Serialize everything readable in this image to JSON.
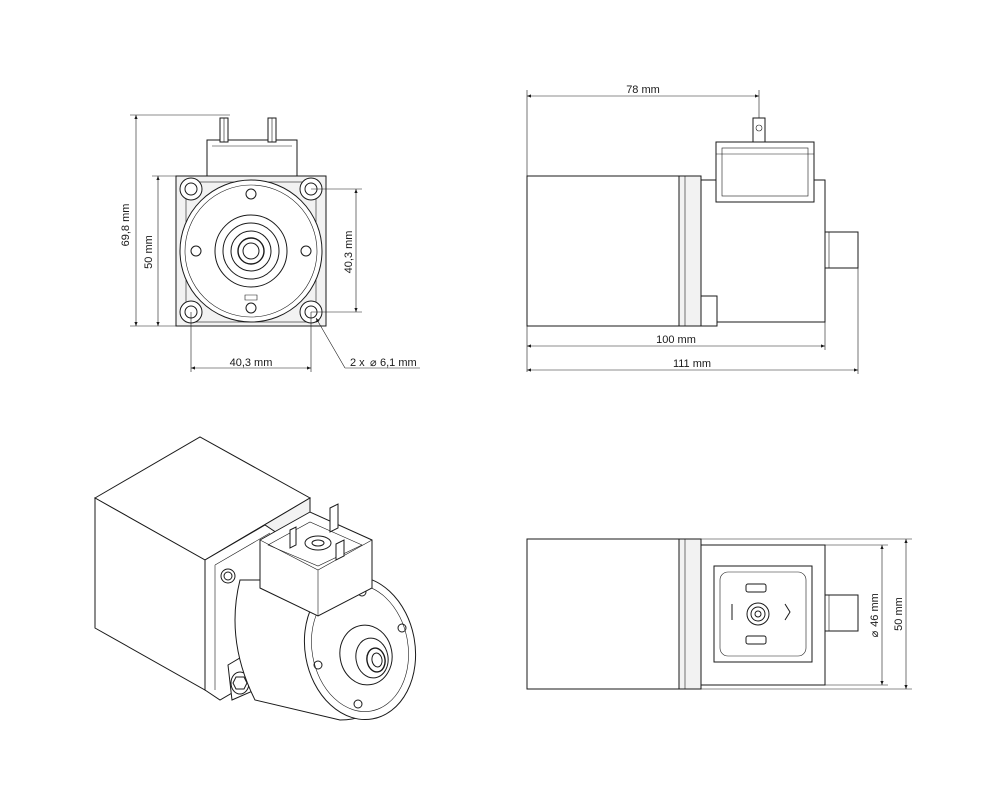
{
  "dimensions": {
    "front_height_total": "69,8 mm",
    "front_height_body": "50 mm",
    "front_hole_spacing_v": "40,3 mm",
    "front_hole_spacing_h": "40,3 mm",
    "hole_count": "2 x",
    "hole_diameter": "6,1 mm",
    "side_connector_length": "78 mm",
    "side_body_length": "100 mm",
    "side_total_length": "111 mm",
    "bottom_diameter": "46 mm",
    "bottom_height": "50 mm"
  },
  "symbols": {
    "diameter": "⌀"
  }
}
